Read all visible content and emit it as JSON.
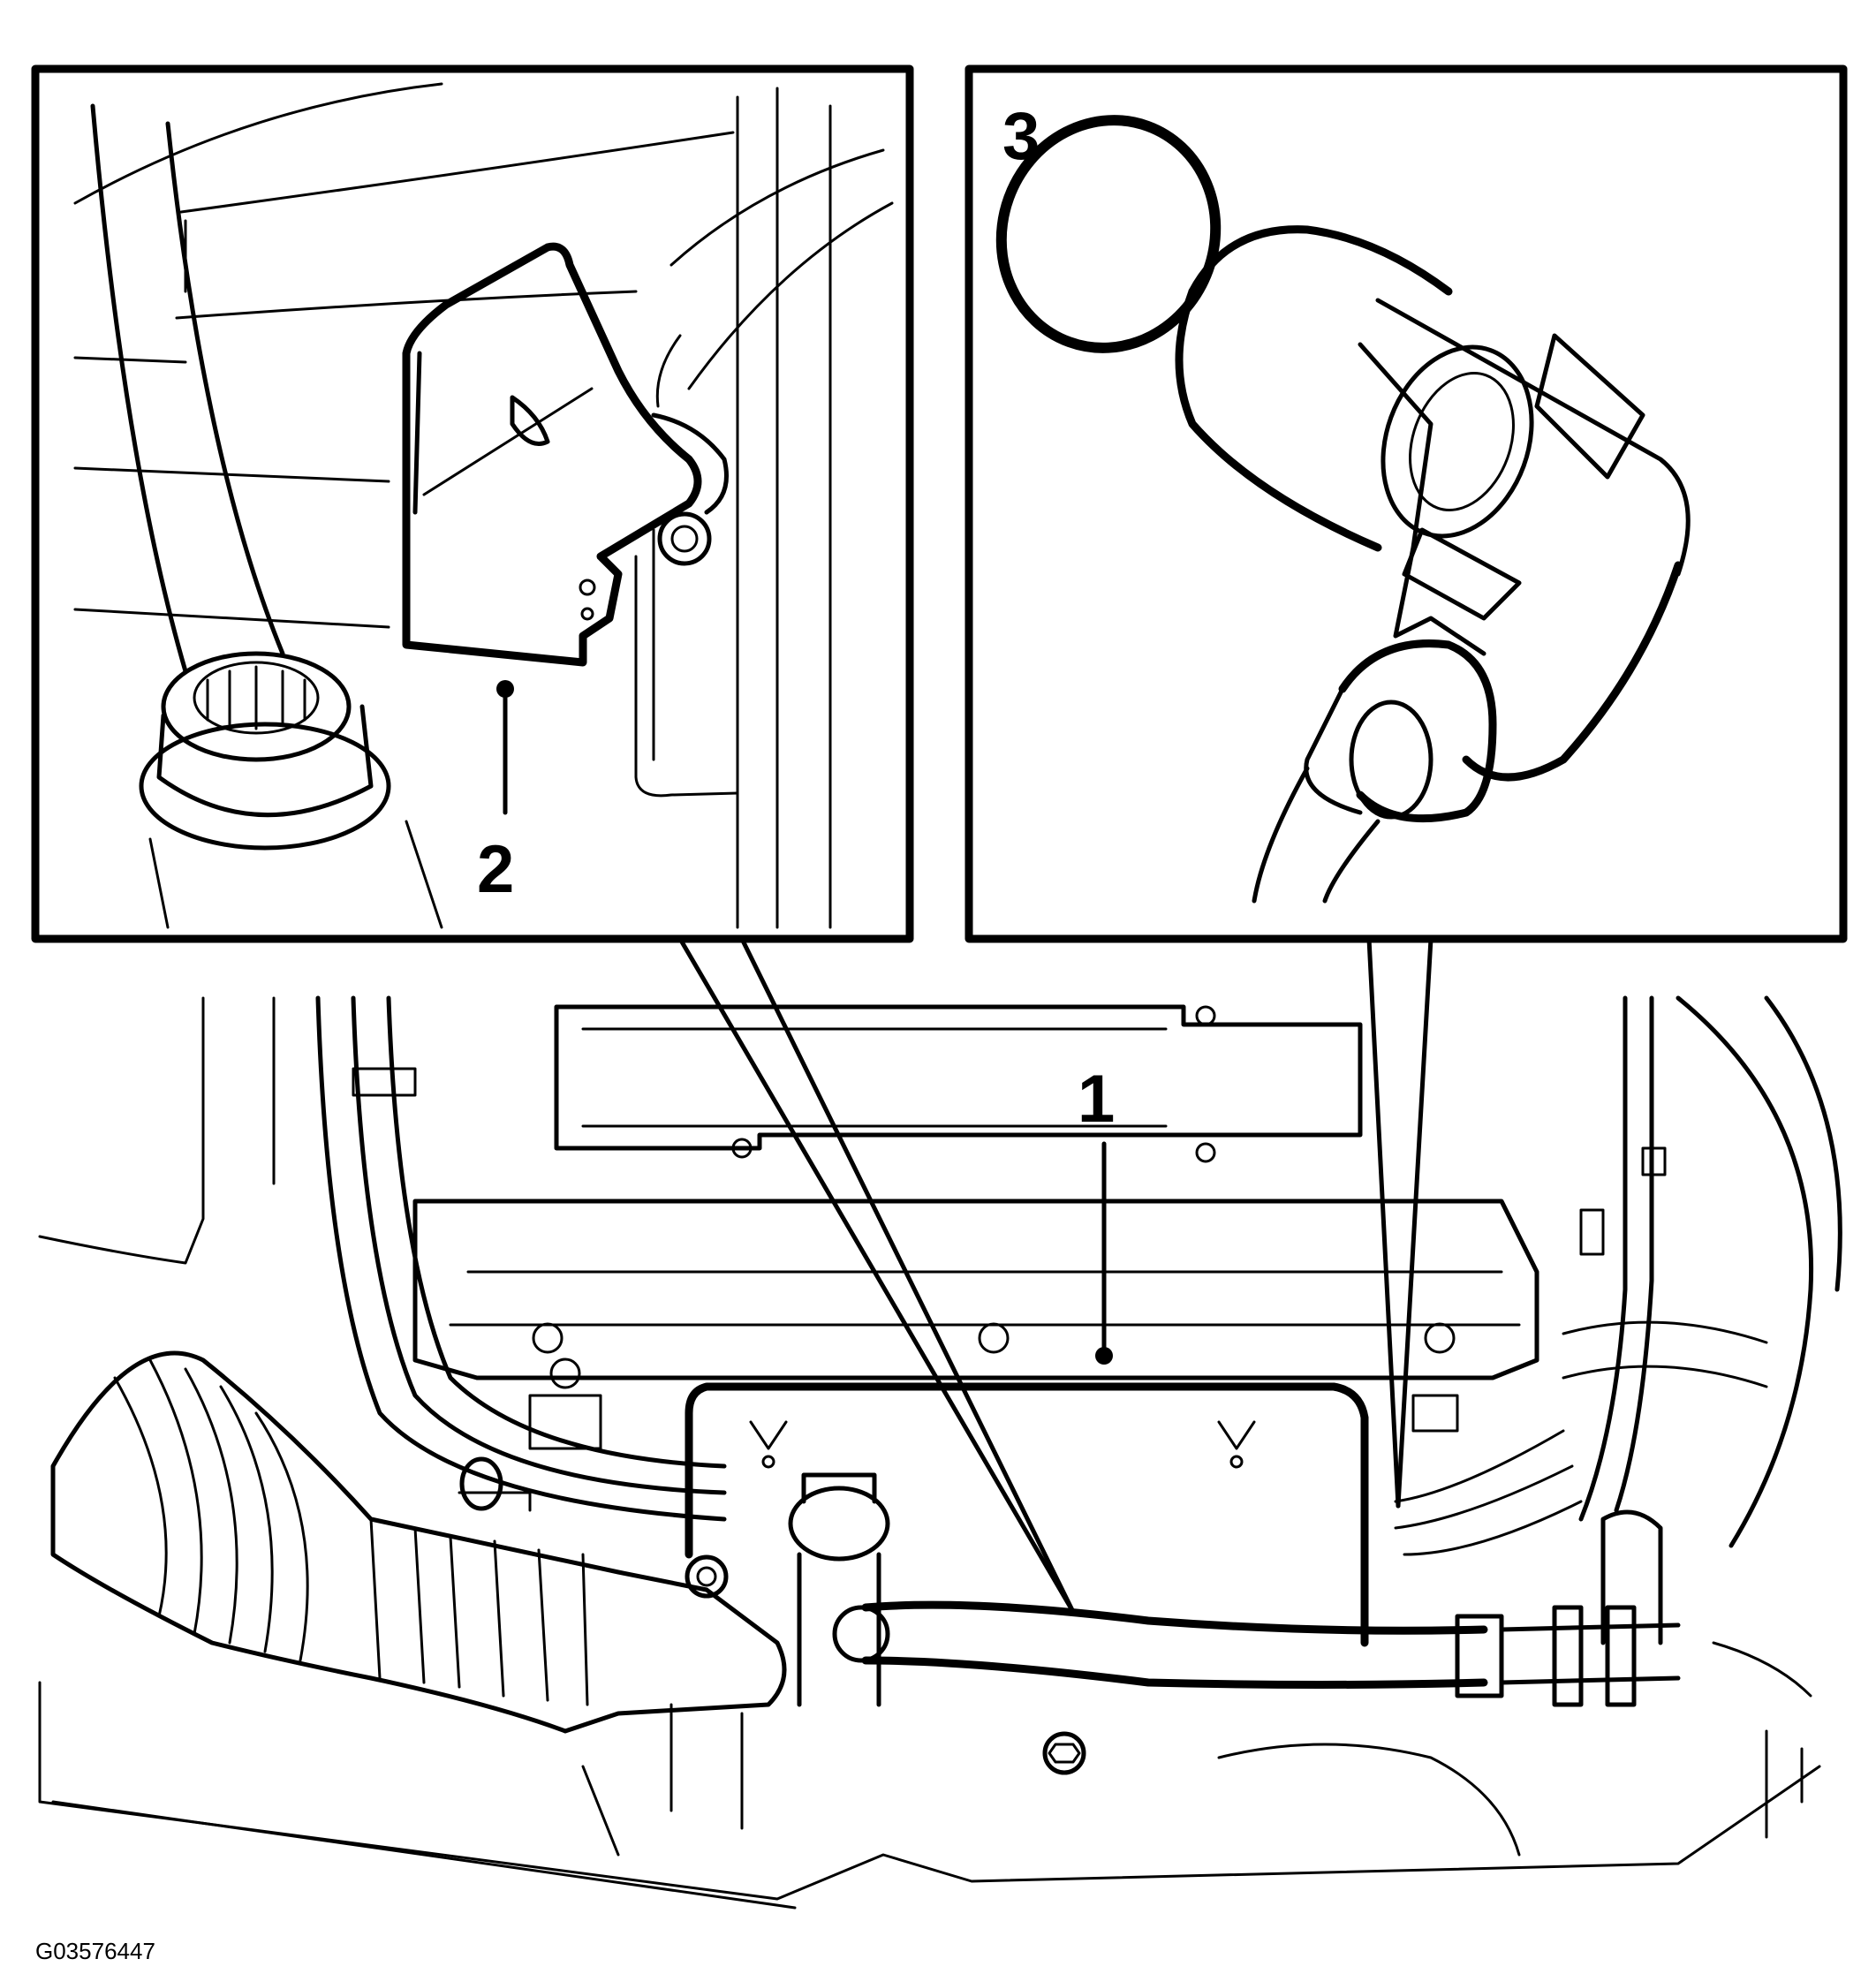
{
  "figure": {
    "code": "G03576447"
  },
  "callouts": [
    {
      "id": "1",
      "label": "1"
    },
    {
      "id": "2",
      "label": "2"
    },
    {
      "id": "3",
      "label": "3"
    }
  ]
}
